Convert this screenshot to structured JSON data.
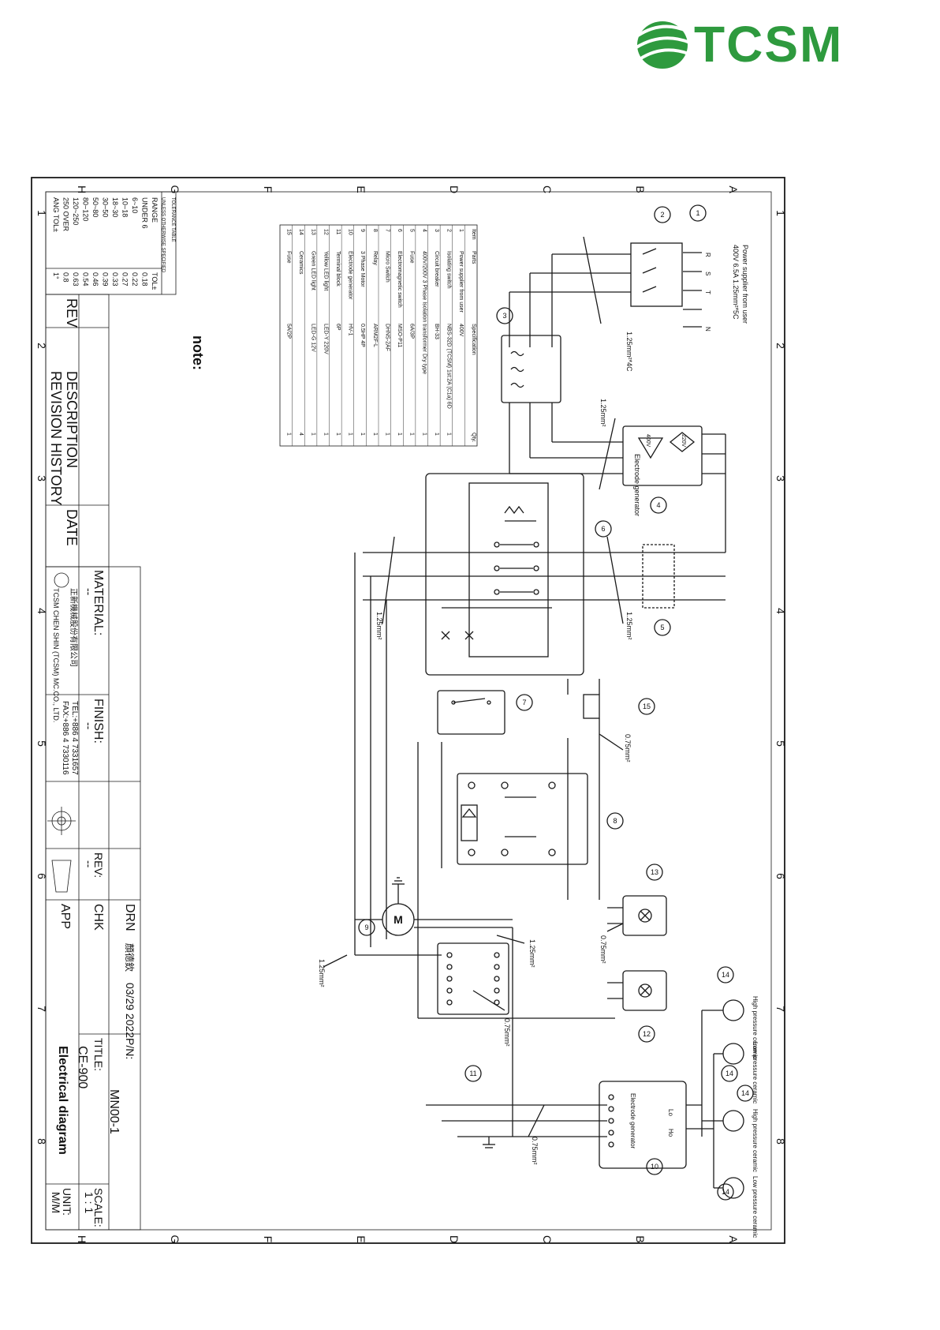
{
  "logo": {
    "brand": "TCSM",
    "color": "#2e9a3e"
  },
  "frame": {
    "columns": [
      "A",
      "B",
      "C",
      "D",
      "E",
      "F",
      "G",
      "H"
    ],
    "rows": [
      "1",
      "2",
      "3",
      "4",
      "5",
      "6",
      "7",
      "8"
    ]
  },
  "supply": {
    "title": "Power supplier from user",
    "spec": "400V 6.5A 1.25mm²*5C",
    "terminals": [
      "R",
      "S",
      "T",
      "N"
    ]
  },
  "wire_labels": {
    "w1": "1.25mm²*4C",
    "w2": "1.25mm²",
    "w3": "1.25mm²",
    "w4": "1.25mm²",
    "w5": "0.75mm²",
    "w6": "1.25mm²",
    "w7": "1.25mm²",
    "w8": "0.75mm²",
    "w9": "0.75mm²",
    "w10": "0.75mm²"
  },
  "electrode": {
    "label": "Electrode generator",
    "v1": "400V",
    "v2": "220V"
  },
  "probes": {
    "p1": "High pressure ceramic",
    "p2": "Low pressure ceramic",
    "p3": "High pressure ceramic",
    "p4": "Low pressure ceramic",
    "lo": "Lo",
    "ho": "Ho"
  },
  "motor_label": "M",
  "parts_table": {
    "headers": [
      "Item",
      "Parts",
      "Specification",
      "Qty."
    ],
    "rows": [
      [
        "1",
        "Power supplier from user",
        "400V",
        ""
      ],
      [
        "2",
        "Isolating switch",
        "NBS-32D (TCSM) 1st:2A (C1a) 6D",
        "1"
      ],
      [
        "3",
        "Circuit breaker",
        "BH-33",
        "1"
      ],
      [
        "4",
        "400V/200V 3 Phase Isolation transformer Dry type",
        "",
        "1"
      ],
      [
        "5",
        "Fuse",
        "6A/3P",
        "1"
      ],
      [
        "6",
        "Electromagnetic switch",
        "MSO-P11",
        "1"
      ],
      [
        "7",
        "Micro Switch",
        "DHNS-2AF",
        "1"
      ],
      [
        "8",
        "Relay",
        "ARM2F-L",
        "1"
      ],
      [
        "9",
        "3 Phase Motor",
        "0.5HP 4P",
        "1"
      ],
      [
        "10",
        "Electrode generator",
        "HV-1",
        "1"
      ],
      [
        "11",
        "Terminal block",
        "6P",
        "1"
      ],
      [
        "12",
        "Yellow LED light",
        "LED-Y 220V",
        "1"
      ],
      [
        "13",
        "Green LED light",
        "LED-G 12V",
        "1"
      ],
      [
        "14",
        "Ceramics",
        "",
        "4"
      ],
      [
        "15",
        "Fuse",
        "5A/2P",
        "1"
      ]
    ]
  },
  "note": "note:",
  "tolerance": {
    "title": "TOLERANCE TABLE",
    "subtitle": "UNLESS OTHERWISE SPECIFIED",
    "headers": [
      "RANGE",
      "TOL±"
    ],
    "rows": [
      [
        "UNDER 6",
        "0.18"
      ],
      [
        "6~10",
        "0.22"
      ],
      [
        "10~18",
        "0.27"
      ],
      [
        "18~30",
        "0.33"
      ],
      [
        "30~50",
        "0.39"
      ],
      [
        "50~80",
        "0.46"
      ],
      [
        "80~120",
        "0.54"
      ],
      [
        "120~250",
        "0.63"
      ],
      [
        "250 OVER",
        "0.8"
      ],
      [
        "ANG TOL±",
        "1°"
      ]
    ]
  },
  "revision": {
    "rev": "REV",
    "description": "DESCRIPTION",
    "date": "DATE",
    "history": "REVISION HISTORY"
  },
  "company": {
    "name_cn": "正新機械股份有限公司",
    "name_en": "TCSM CHEN SHIN (TCSM) MC.CO., LTD.",
    "tel": "TEL:+886 4 7331657",
    "fax": "FAX:+886 4 7330116"
  },
  "title_block": {
    "material_label": "MATERIAL:",
    "material_value": "--",
    "finish_label": "FINISH:",
    "finish_value": "--",
    "rev_label": "REV:",
    "rev_value": "--",
    "drn": "DRN",
    "chk": "CHK",
    "app": "APP",
    "drawer": "顏德欽",
    "date": "03/29 2022",
    "pn_label": "P/N:",
    "pn_value": "MN00-1",
    "title_label": "TITLE:",
    "model": "CE-900",
    "drawing_title": "Electrical diagram",
    "scale_label": "SCALE:",
    "scale_value": "1 : 1",
    "unit_label": "UNIT:",
    "unit_value": "M/M"
  }
}
